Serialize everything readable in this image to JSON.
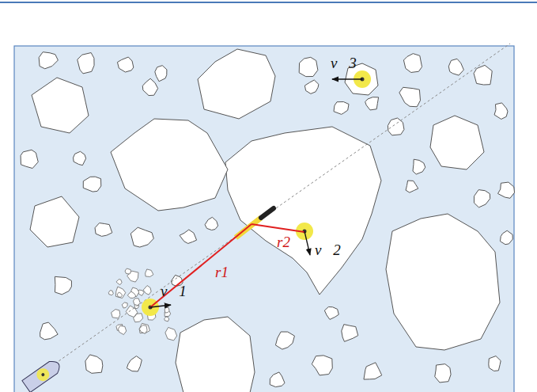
{
  "diagram": {
    "labels": [
      "v⃗3",
      "r2",
      "v⃗2",
      "r1",
      "v⃗1"
    ]
  }
}
